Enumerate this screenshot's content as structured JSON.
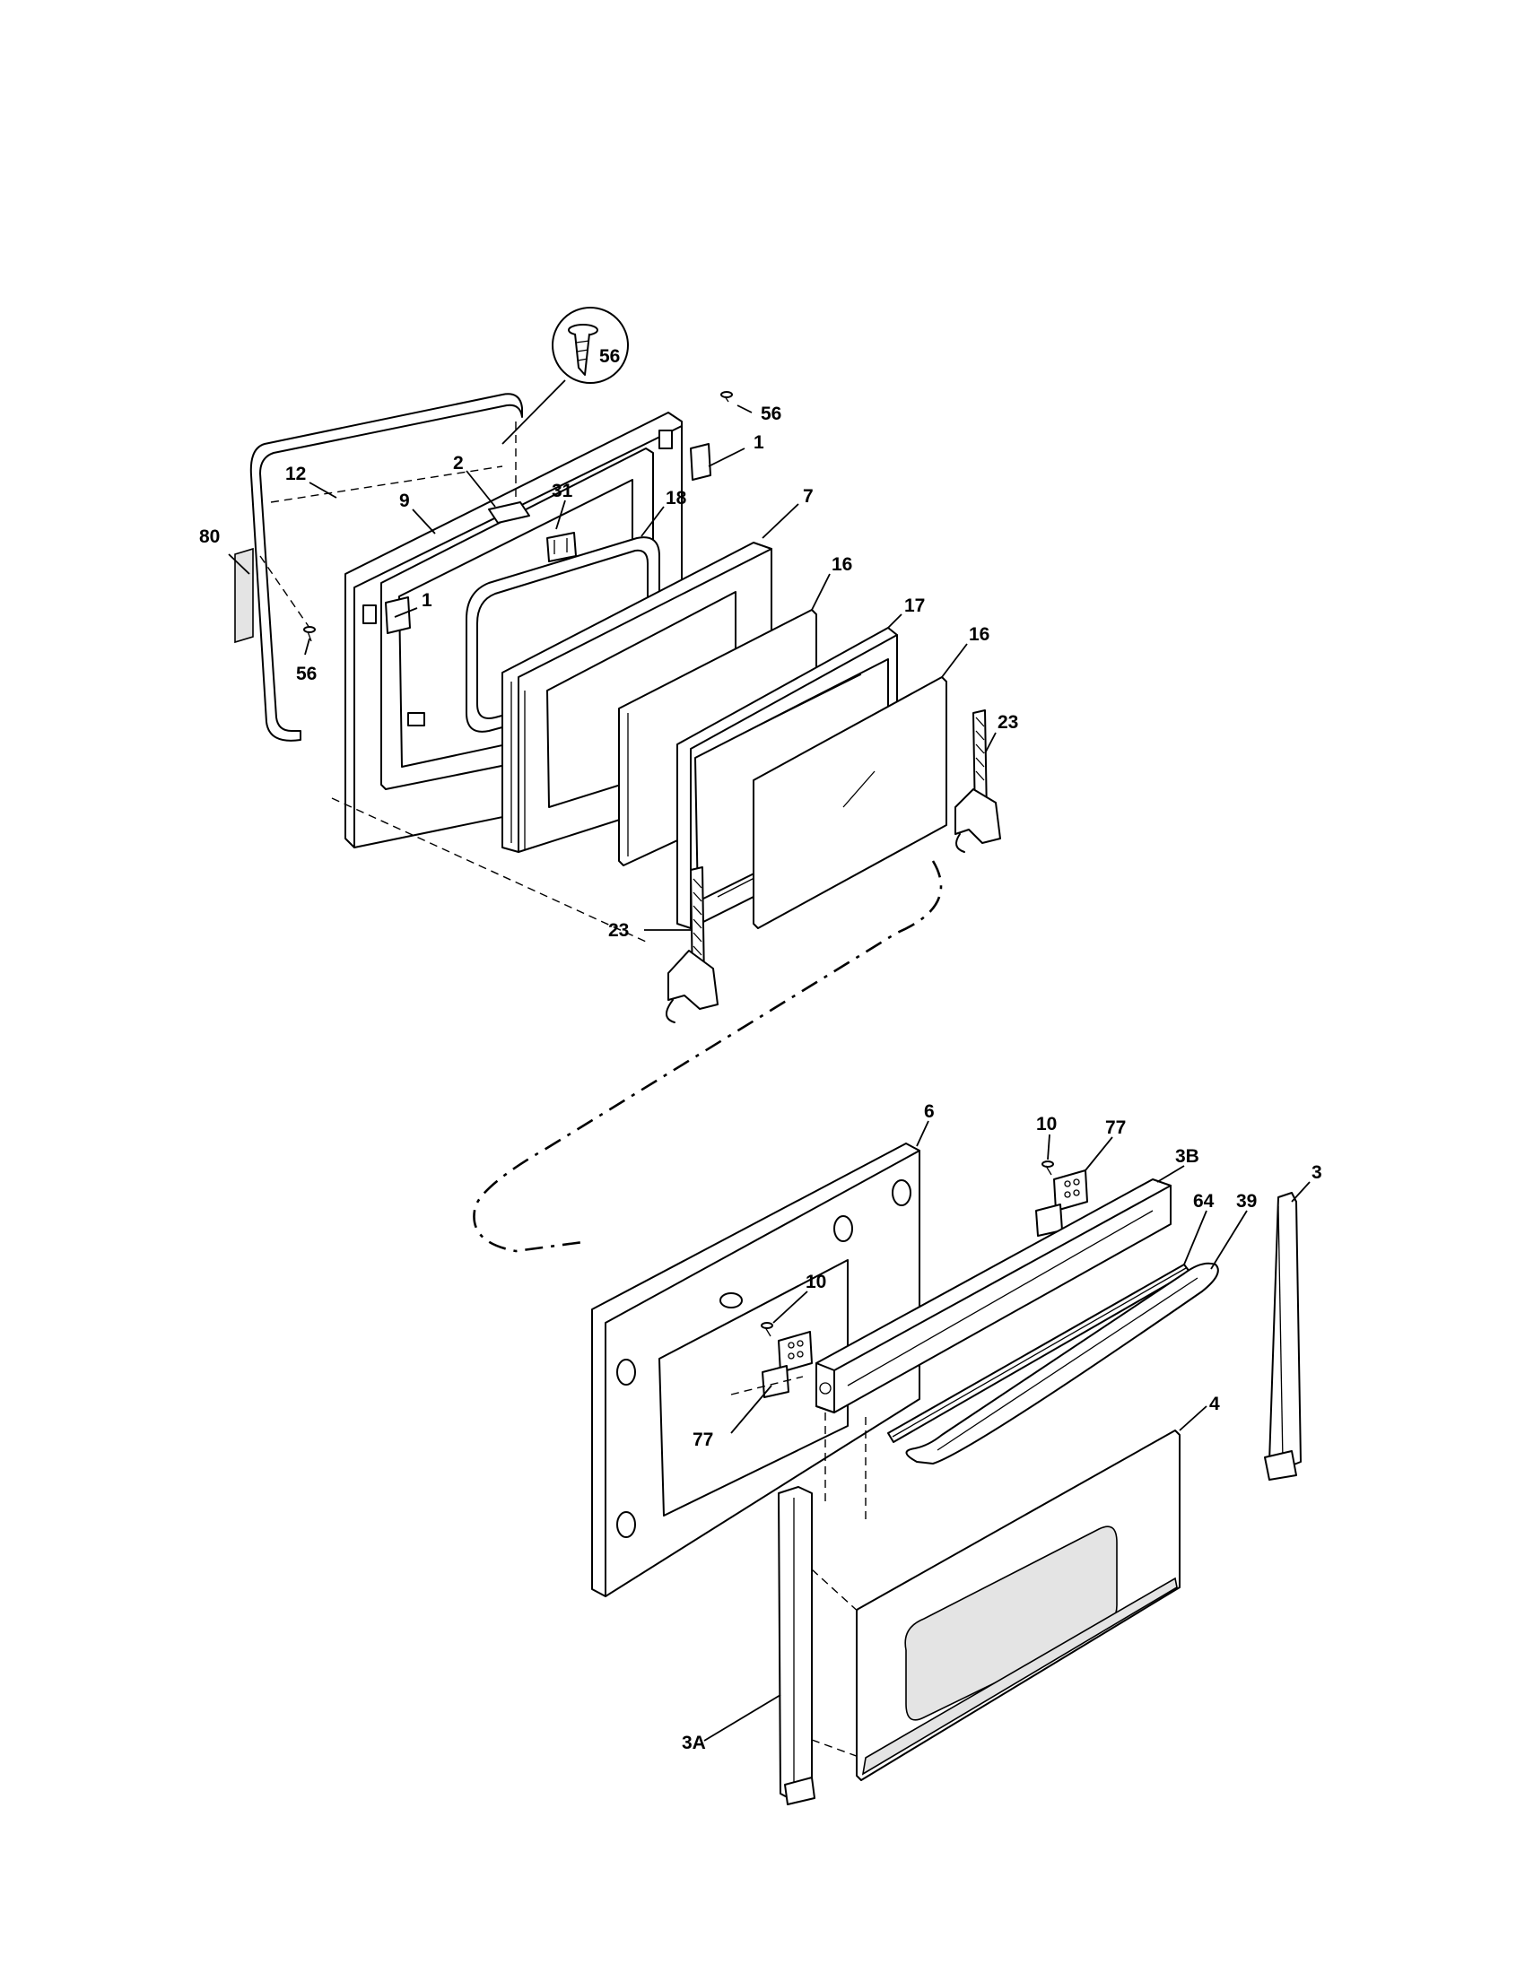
{
  "callouts": {
    "c56_detail": "56",
    "c56_top": "56",
    "c1_top": "1",
    "c12": "12",
    "c2": "2",
    "c9": "9",
    "c31": "31",
    "c18": "18",
    "c7": "7",
    "c80": "80",
    "c1_left": "1",
    "c16_a": "16",
    "c17": "17",
    "c16_b": "16",
    "c56_left": "56",
    "c23_right": "23",
    "c23_left": "23",
    "c6": "6",
    "c10_top": "10",
    "c77_top": "77",
    "c3B": "3B",
    "c64": "64",
    "c39": "39",
    "c3": "3",
    "c10_mid": "10",
    "c4": "4",
    "c77_bot": "77",
    "c3A": "3A"
  }
}
